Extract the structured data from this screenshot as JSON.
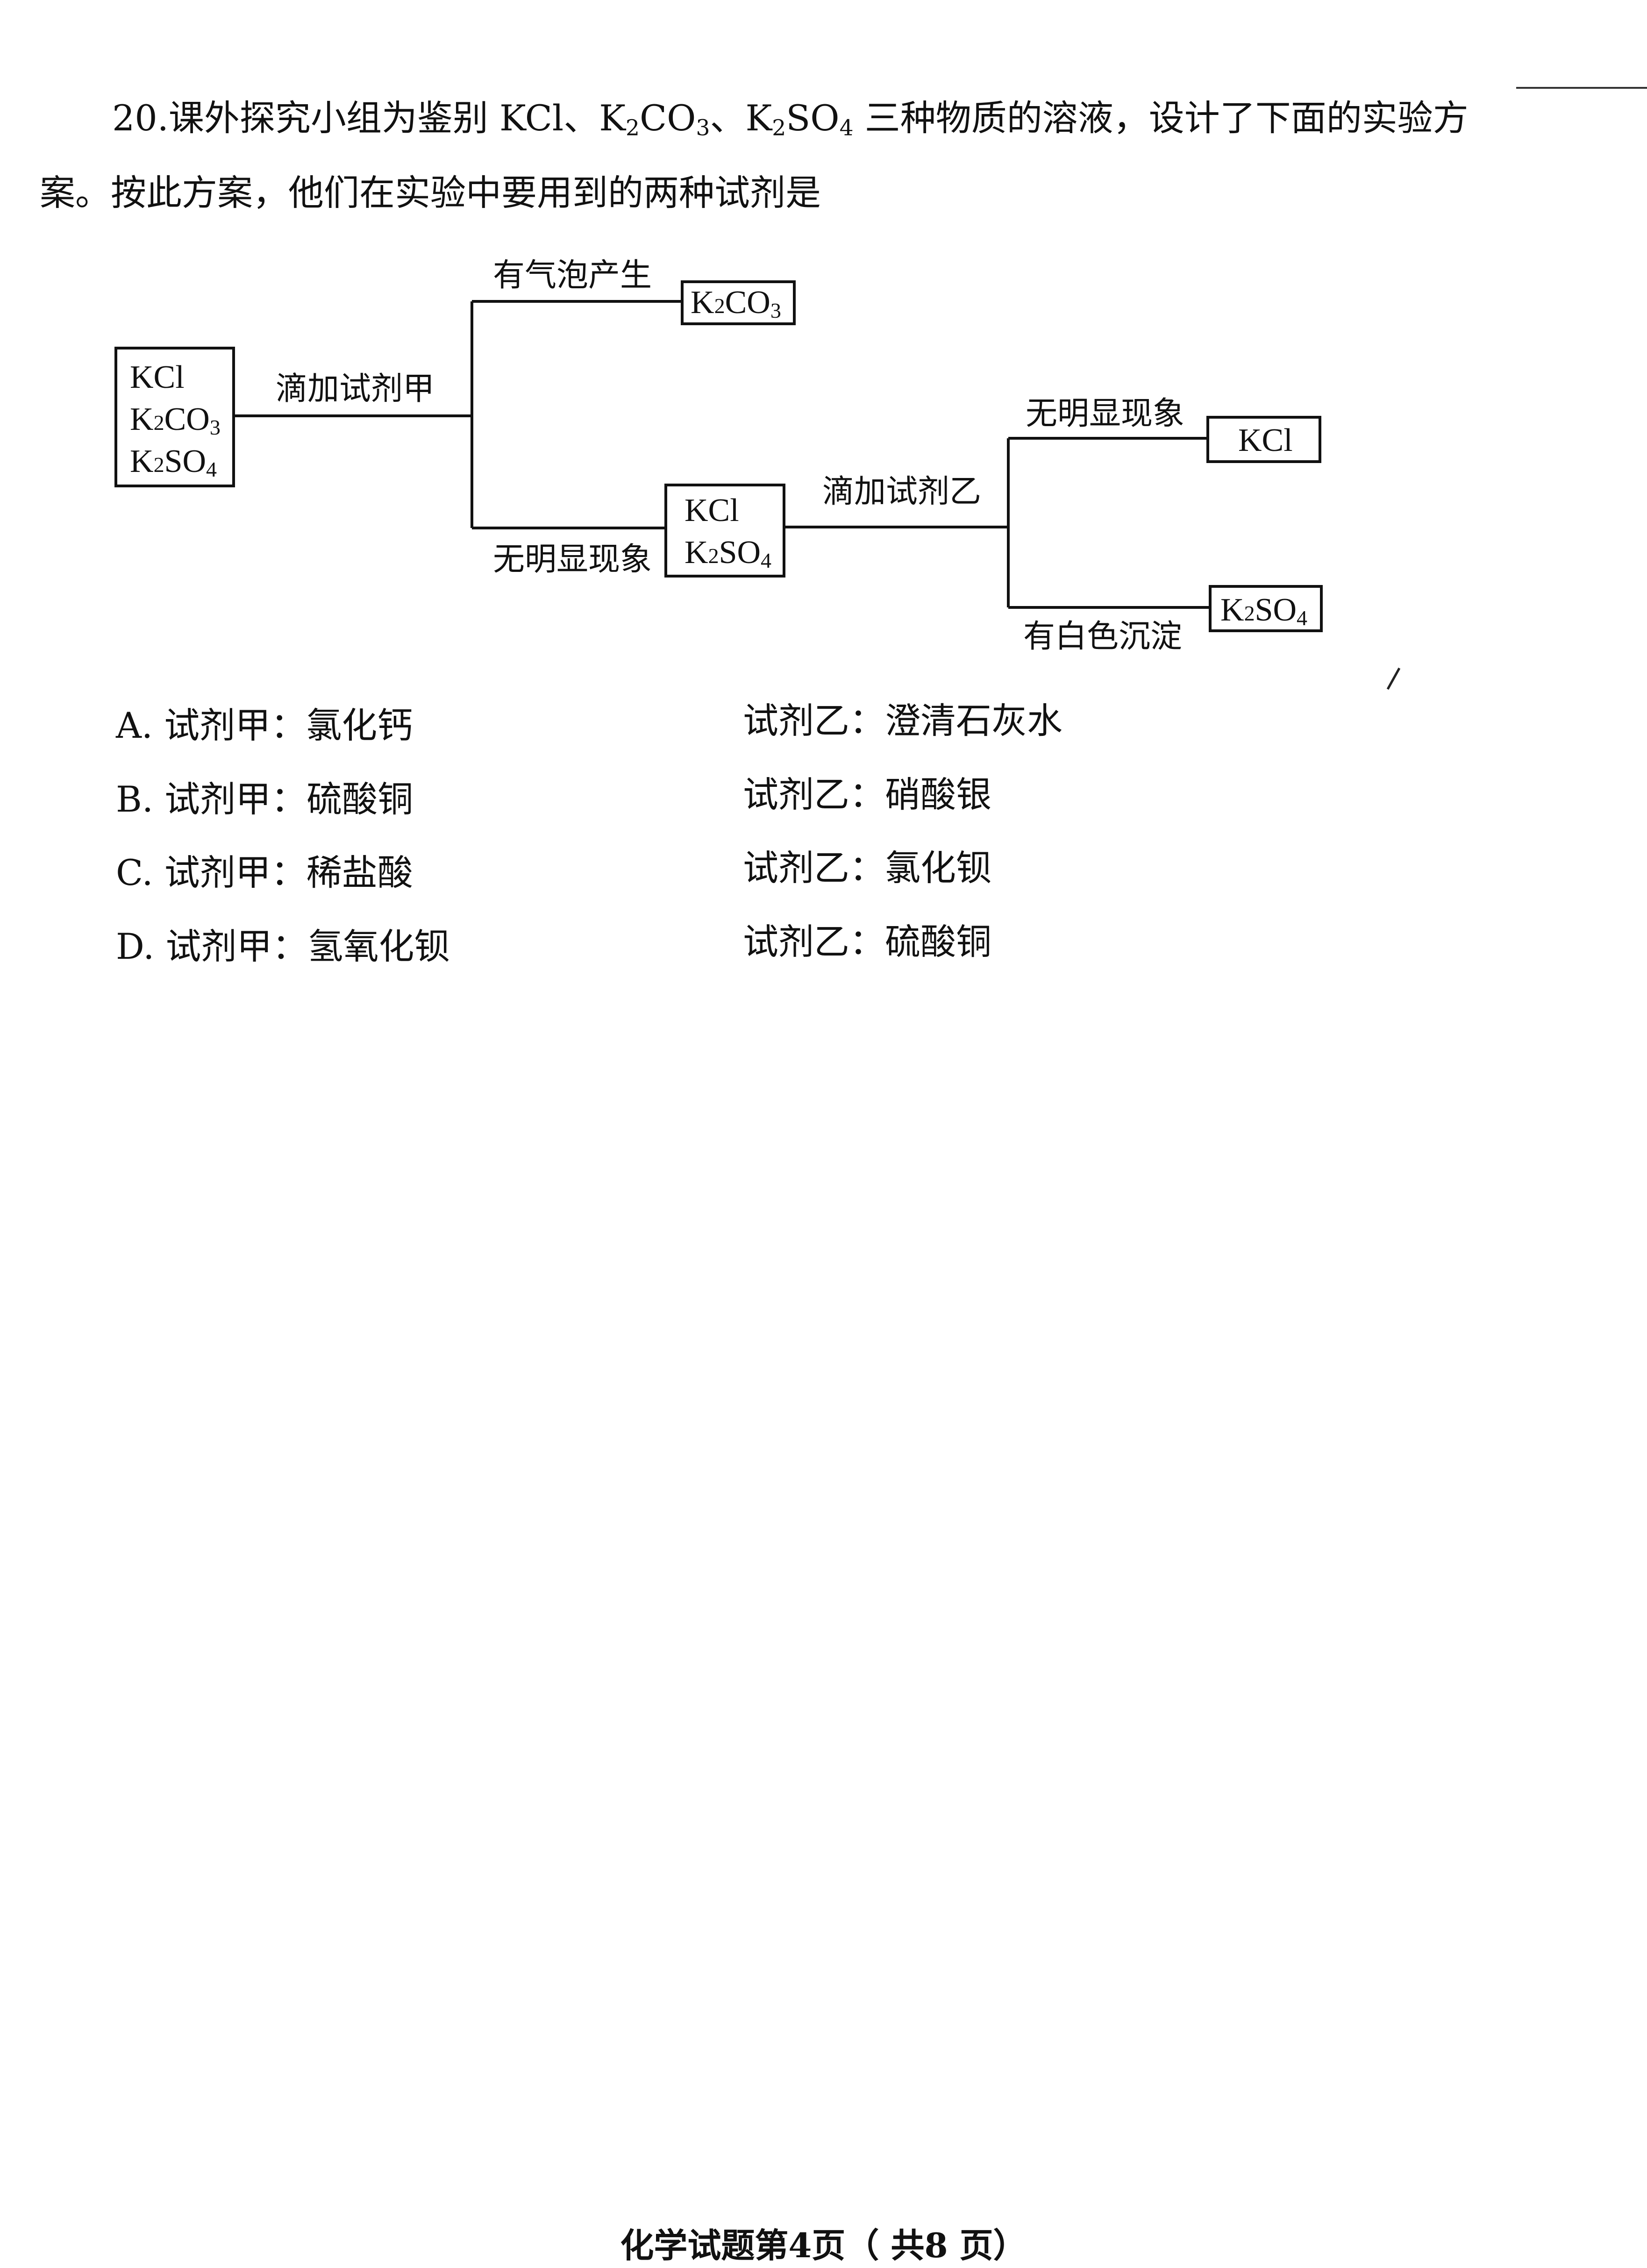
{
  "question": {
    "number": "20.",
    "line1_before": "课外探究小组为鉴别 ",
    "line1_sep": "、",
    "line1_after": " 三种物质的溶液，设计了下面的实验方",
    "line2": "案。按此方案，他们在实验中要用到的两种试剂是",
    "kcl": "KCl",
    "k2co3": {
      "a": "K",
      "b": "2",
      "c": "CO",
      "d": "3"
    },
    "k2so4": {
      "a": "K",
      "b": "2",
      "c": "SO",
      "d": "4"
    }
  },
  "diagram": {
    "start_box": {
      "l1": "KCl",
      "l2": {
        "a": "K",
        "b": "2",
        "c": "CO",
        "d": "3"
      },
      "l3": {
        "a": "K",
        "b": "2",
        "c": "SO",
        "d": "4"
      }
    },
    "label_reagent_a": "滴加试剂甲",
    "label_bubbles": "有气泡产生",
    "box_k2co3": {
      "a": "K",
      "b": "2",
      "c": "CO",
      "d": "3"
    },
    "label_no_change_1": "无明显现象",
    "mid_box": {
      "l1": "KCl",
      "l2": {
        "a": "K",
        "b": "2",
        "c": "SO",
        "d": "4"
      }
    },
    "label_reagent_b": "滴加试剂乙",
    "label_no_change_2": "无明显现象",
    "box_kcl": "KCl",
    "label_white_ppt": "有白色沉淀",
    "box_k2so4": {
      "a": "K",
      "b": "2",
      "c": "SO",
      "d": "4"
    }
  },
  "options": [
    {
      "a": "A. 试剂甲：氯化钙",
      "b": "试剂乙：澄清石灰水"
    },
    {
      "a": "B. 试剂甲：硫酸铜",
      "b": "试剂乙：硝酸银"
    },
    {
      "a": "C. 试剂甲：稀盐酸",
      "b": "试剂乙：氯化钡"
    },
    {
      "a": "D. 试剂甲：氢氧化钡",
      "b": "试剂乙：硫酸铜"
    }
  ],
  "footer": "化学试题第4页（ 共8 页）"
}
